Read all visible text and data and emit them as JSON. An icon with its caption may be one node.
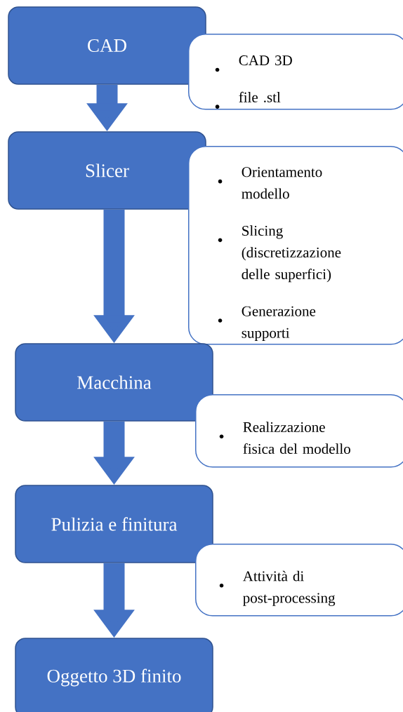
{
  "diagram": {
    "nodes": [
      {
        "text": [
          "CAD"
        ]
      },
      {
        "text": [
          "CAD 3D",
          "file .stl"
        ]
      },
      {
        "text": [
          "Slicer"
        ]
      },
      {
        "text": [
          "Orientamento modello",
          "Slicing (discretizzazione delle superfici)",
          "Generazione supporti"
        ]
      },
      {
        "text": [
          "Macchina"
        ]
      },
      {
        "text": [
          "Realizzazione fisica del modello"
        ]
      },
      {
        "text": [
          "Pulizia e finitura"
        ]
      },
      {
        "text": [
          "Attività di post-processing"
        ]
      },
      {
        "text": [
          "Oggetto 3D finito"
        ]
      }
    ],
    "edges": [
      {
        "from": 0,
        "to": 2,
        "arrow": "to"
      },
      {
        "from": 2,
        "to": 4,
        "arrow": "to"
      },
      {
        "from": 4,
        "to": 6,
        "arrow": "to"
      },
      {
        "from": 6,
        "to": 8,
        "arrow": "to"
      }
    ]
  }
}
